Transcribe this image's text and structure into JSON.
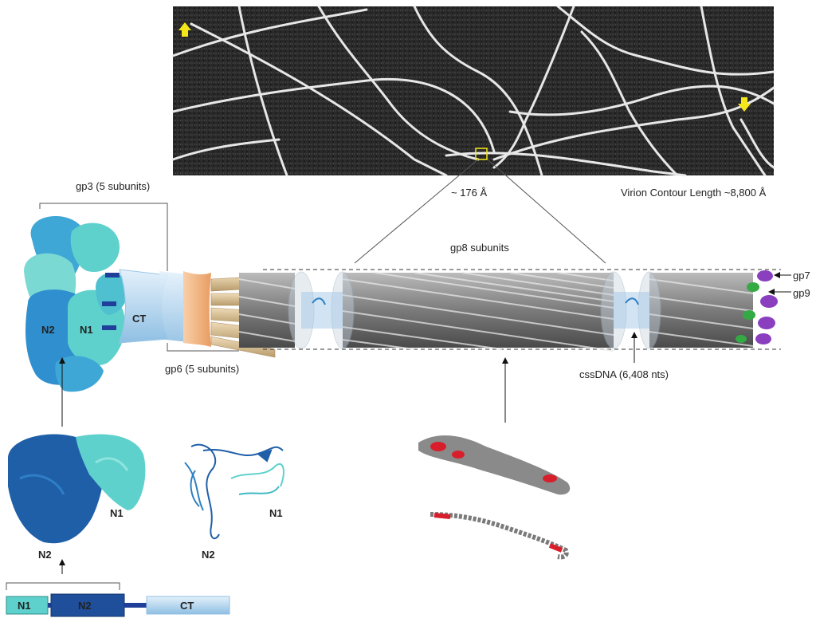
{
  "micrograph": {
    "caption_spacing": "~ 176 Å",
    "caption_length": "Virion Contour Length ~8,800 Å"
  },
  "labels": {
    "gp3": "gp3 (5 subunits)",
    "gp6": "gp6 (5 subunits)",
    "gp8": "gp8 subunits",
    "gp7": "gp7",
    "gp9": "gp9",
    "cssdna": "cssDNA (6,408 nts)",
    "n1": "N1",
    "n2": "N2",
    "ct": "CT"
  },
  "domain_bar": {
    "n1": "N1",
    "n2": "N2",
    "ct": "CT"
  },
  "colors": {
    "n1_teal": "#5fd1cc",
    "n2_blue": "#2e7fc1",
    "dark_blue": "#1f4f9a",
    "ct_light": "#b9d8ee",
    "gp6_orange": "#f6b684",
    "gp8_gray": "#8c8c8c",
    "gp7_purple": "#8a3fbf",
    "gp9_green": "#33aa44",
    "highlight_red": "#d81e2a",
    "arrow_yellow": "#f3e61a"
  }
}
